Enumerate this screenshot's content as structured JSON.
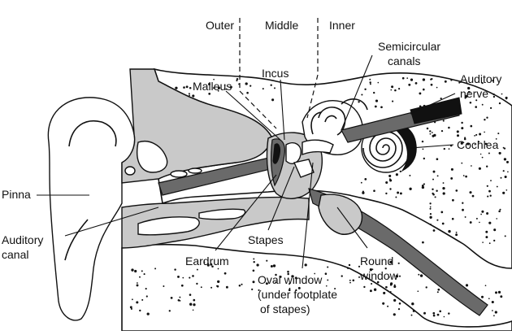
{
  "regions": {
    "outer": "Outer",
    "middle": "Middle",
    "inner": "Inner"
  },
  "labels": {
    "semicircular_line1": "Semicircular",
    "semicircular_line2": "canals",
    "incus": "Incus",
    "auditory_nerve_line1": "Auditory",
    "auditory_nerve_line2": "nerve",
    "malleus": "Malleus",
    "cochlea": "Cochlea",
    "pinna": "Pinna",
    "auditory_canal_line1": "Auditory",
    "auditory_canal_line2": "canal",
    "stapes": "Stapes",
    "eardrum": "Eardrum",
    "round_window_line1": "Round",
    "round_window_line2": "window",
    "oval_window_line1": "Oval window",
    "oval_window_line2": "(under footplate",
    "oval_window_line3": "of stapes)"
  }
}
